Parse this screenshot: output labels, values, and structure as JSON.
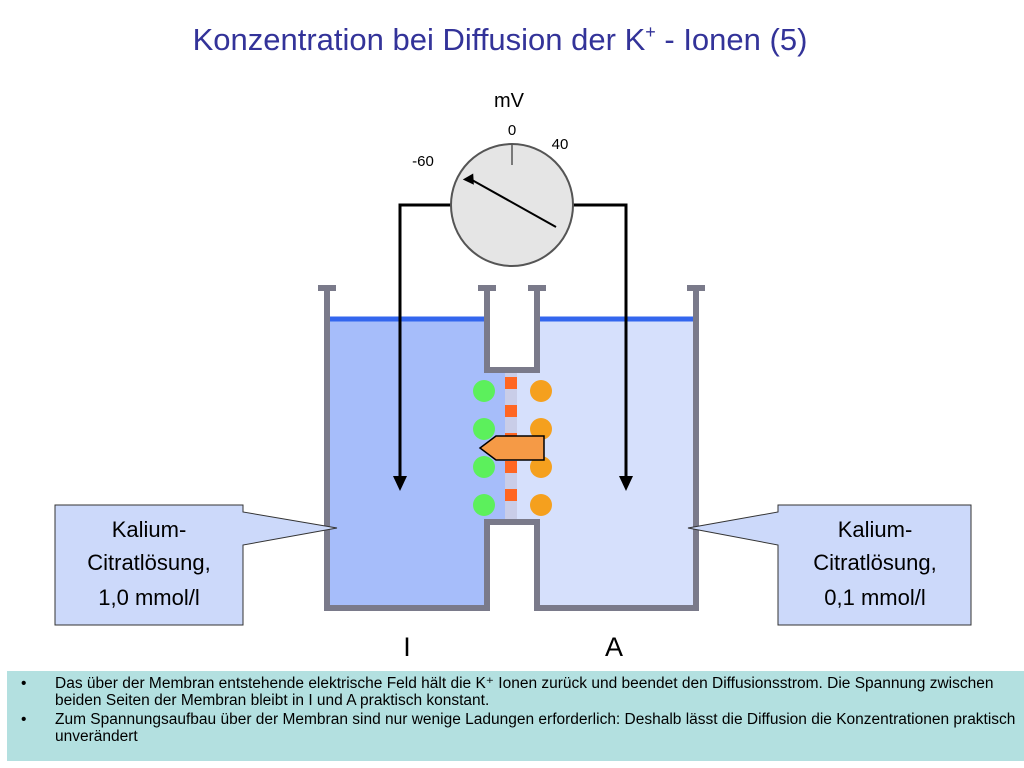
{
  "title": {
    "main": "Konzentration bei Diffusion der K",
    "superscript": "+",
    "suffix": " - Ionen (5)"
  },
  "voltmeter": {
    "unit": "mV",
    "scale_zero": "0",
    "scale_positive": "40",
    "scale_negative": "-60",
    "reading_mv": -60
  },
  "left_callout": {
    "line1": "Kalium-",
    "line2": "Citratlösung,",
    "line3": "1,0 mmol/l"
  },
  "right_callout": {
    "line1": "Kalium-",
    "line2": "Citratlösung,",
    "line3": "0,1 mmol/l"
  },
  "compartments": {
    "left_label": "I",
    "right_label": "A"
  },
  "colors": {
    "title": "#333399",
    "left_solution": "#a6bdfa",
    "right_solution": "#d6e0fc",
    "callout_fill": "#ccd9fa",
    "container_wall": "#7a7a8a",
    "water_line": "#3366ee",
    "k_ion": "#f5a01e",
    "anion": "#5cf05c",
    "membrane_channel": "#ff6622",
    "arrow_fill": "#f59a46",
    "bottom_box": "#b3e0e0"
  },
  "notes": {
    "bullet1": "Das über der Membran entstehende elektrische Feld hält die K⁺ Ionen zurück und beendet den Diffusionsstrom. Die Spannung zwischen beiden Seiten der Membran bleibt in I und A praktisch konstant.",
    "bullet2": "Zum Spannungsaufbau über der Membran sind nur wenige Ladungen erforderlich: Deshalb lässt die Diffusion die Konzentrationen praktisch unverändert"
  }
}
